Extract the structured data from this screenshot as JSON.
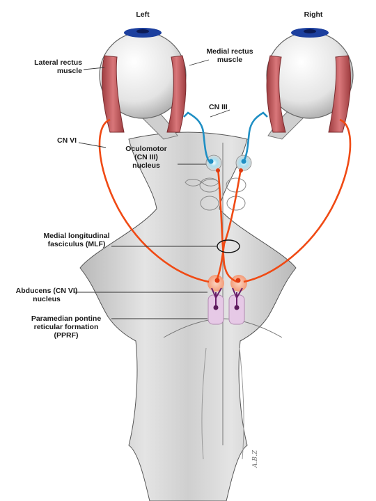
{
  "sides": {
    "left": "Left",
    "right": "Right"
  },
  "labels": {
    "lateral_rectus": [
      "Lateral rectus",
      "muscle"
    ],
    "medial_rectus": [
      "Medial rectus",
      "muscle"
    ],
    "cn_iii": "CN III",
    "cn_vi": "CN VI",
    "oculomotor_nucleus": [
      "Oculomotor",
      "(CN III)",
      "nucleus"
    ],
    "mlf": [
      "Medial longitudinal",
      "fasciculus  (MLF)"
    ],
    "abducens_nucleus": [
      "Abducens (CN VI)",
      "nucleus"
    ],
    "pprf": [
      "Paramedian pontine",
      "reticular formation",
      "(PPRF)"
    ]
  },
  "signature": "A.B.Z",
  "colors": {
    "cn_vi_pathway": "#f04a14",
    "cn_iii_nerve": "#1f8fc4",
    "muscle": "#c9585a",
    "iris": "#1c3f9e",
    "pprf": "#e6c9e6",
    "pprf_pathway": "#6b1f6b",
    "abducens_nucleus": "#f6b59a",
    "oculomotor_nucleus": "#8fd0e8",
    "brainstem": "#d9d9d9"
  }
}
